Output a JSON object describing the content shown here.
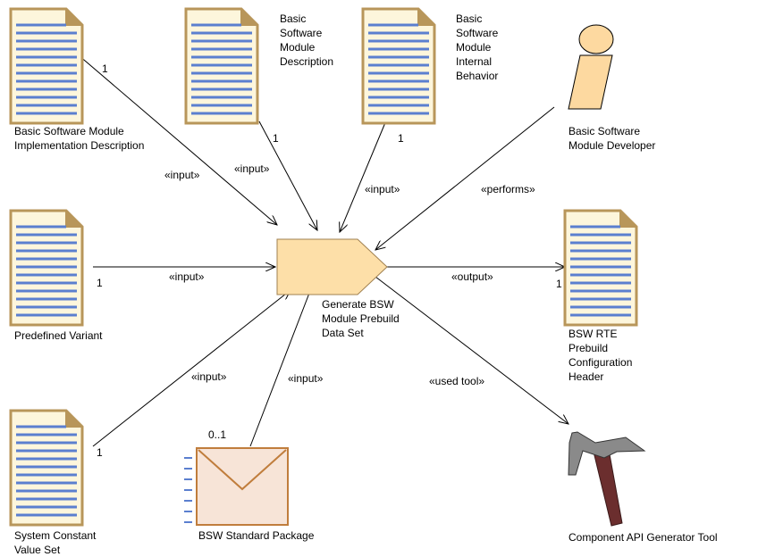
{
  "diagram": {
    "task": {
      "label": "Generate BSW\nModule Prebuild\nData Set"
    },
    "artifacts": {
      "impl_desc": {
        "label": "Basic Software Module\nImplementation Description",
        "multiplicity": "1",
        "stereotype": "«input»"
      },
      "module_desc": {
        "label": "Basic\nSoftware\nModule\nDescription",
        "multiplicity": "1",
        "stereotype": "«input»"
      },
      "internal_behavior": {
        "label": "Basic\nSoftware\nModule\nInternal\nBehavior",
        "multiplicity": "1",
        "stereotype": "«input»"
      },
      "predefined_variant": {
        "label": "Predefined Variant",
        "multiplicity": "1",
        "stereotype": "«input»"
      },
      "system_constant": {
        "label": "System Constant\nValue Set",
        "multiplicity": "1",
        "stereotype": "«input»"
      },
      "rte_header": {
        "label": "BSW RTE\nPrebuild\nConfiguration\nHeader",
        "multiplicity": "1",
        "stereotype": "«output»"
      }
    },
    "package": {
      "label": "BSW Standard Package",
      "multiplicity": "0..1",
      "stereotype": "«input»"
    },
    "role": {
      "label": "Basic Software\nModule Developer",
      "stereotype": "«performs»"
    },
    "tool": {
      "label": "Component API Generator Tool",
      "stereotype": "«used tool»"
    }
  },
  "colors": {
    "doc_border": "#b8965a",
    "doc_fill": "#fdf6dc",
    "doc_lines": "#5b7fcf",
    "task_fill": "#fddfa8",
    "package_fill": "#f7e4d7",
    "package_border": "#c07d3c",
    "role_fill": "#fdd9a0"
  }
}
